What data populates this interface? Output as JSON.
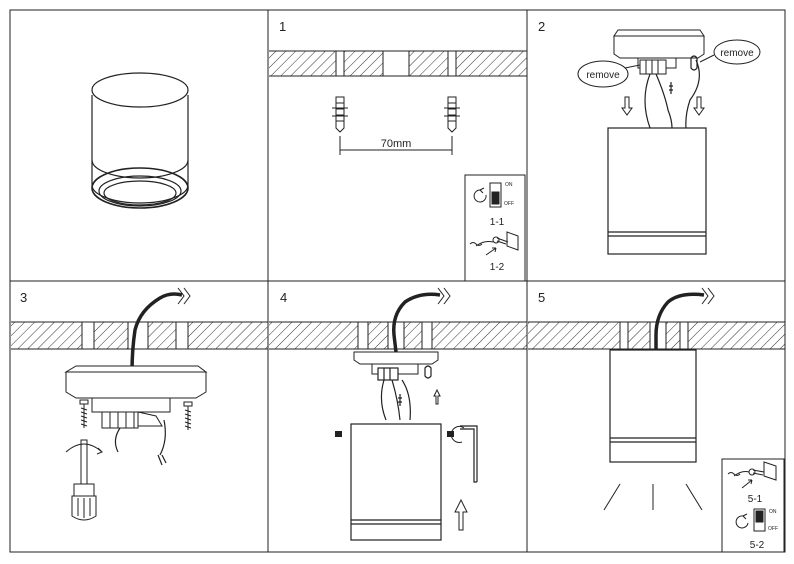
{
  "steps": {
    "s1": "1",
    "s2": "2",
    "s3": "3",
    "s4": "4",
    "s5": "5"
  },
  "panel1": {
    "dimension": "70mm",
    "switch_on": "ON",
    "switch_off": "OFF",
    "inset_label_a": "1-1",
    "inset_label_b": "1-2"
  },
  "panel2": {
    "callout_left": "remove",
    "callout_right": "remove"
  },
  "panel5": {
    "switch_on": "ON",
    "switch_off": "OFF",
    "inset_label_a": "5-1",
    "inset_label_b": "5-2"
  },
  "colors": {
    "line": "#222222",
    "background": "#ffffff"
  }
}
